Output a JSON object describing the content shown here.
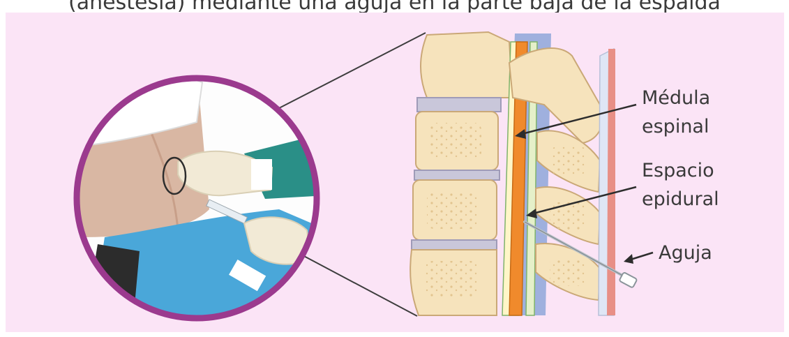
{
  "caption": {
    "partial_text": "(anestesia) mediante una aguja en la parte baja de la espalda"
  },
  "labels": {
    "spinal_cord_line1": "Médula",
    "spinal_cord_line2": "espinal",
    "epidural_line1": "Espacio",
    "epidural_line2": "epidural",
    "needle": "Aguja"
  },
  "colors": {
    "background": "#fbe4f6",
    "circle_border": "#9b3a8e",
    "bone": "#f6e3bc",
    "bone_outline": "#caa877",
    "disc": "#c9c7da",
    "spinal_cord": "#f08a2c",
    "epidural": "#8fa2d8",
    "ligament": "#e88f86",
    "drape": "#4aa7d9",
    "glove": "#f2ead6"
  }
}
